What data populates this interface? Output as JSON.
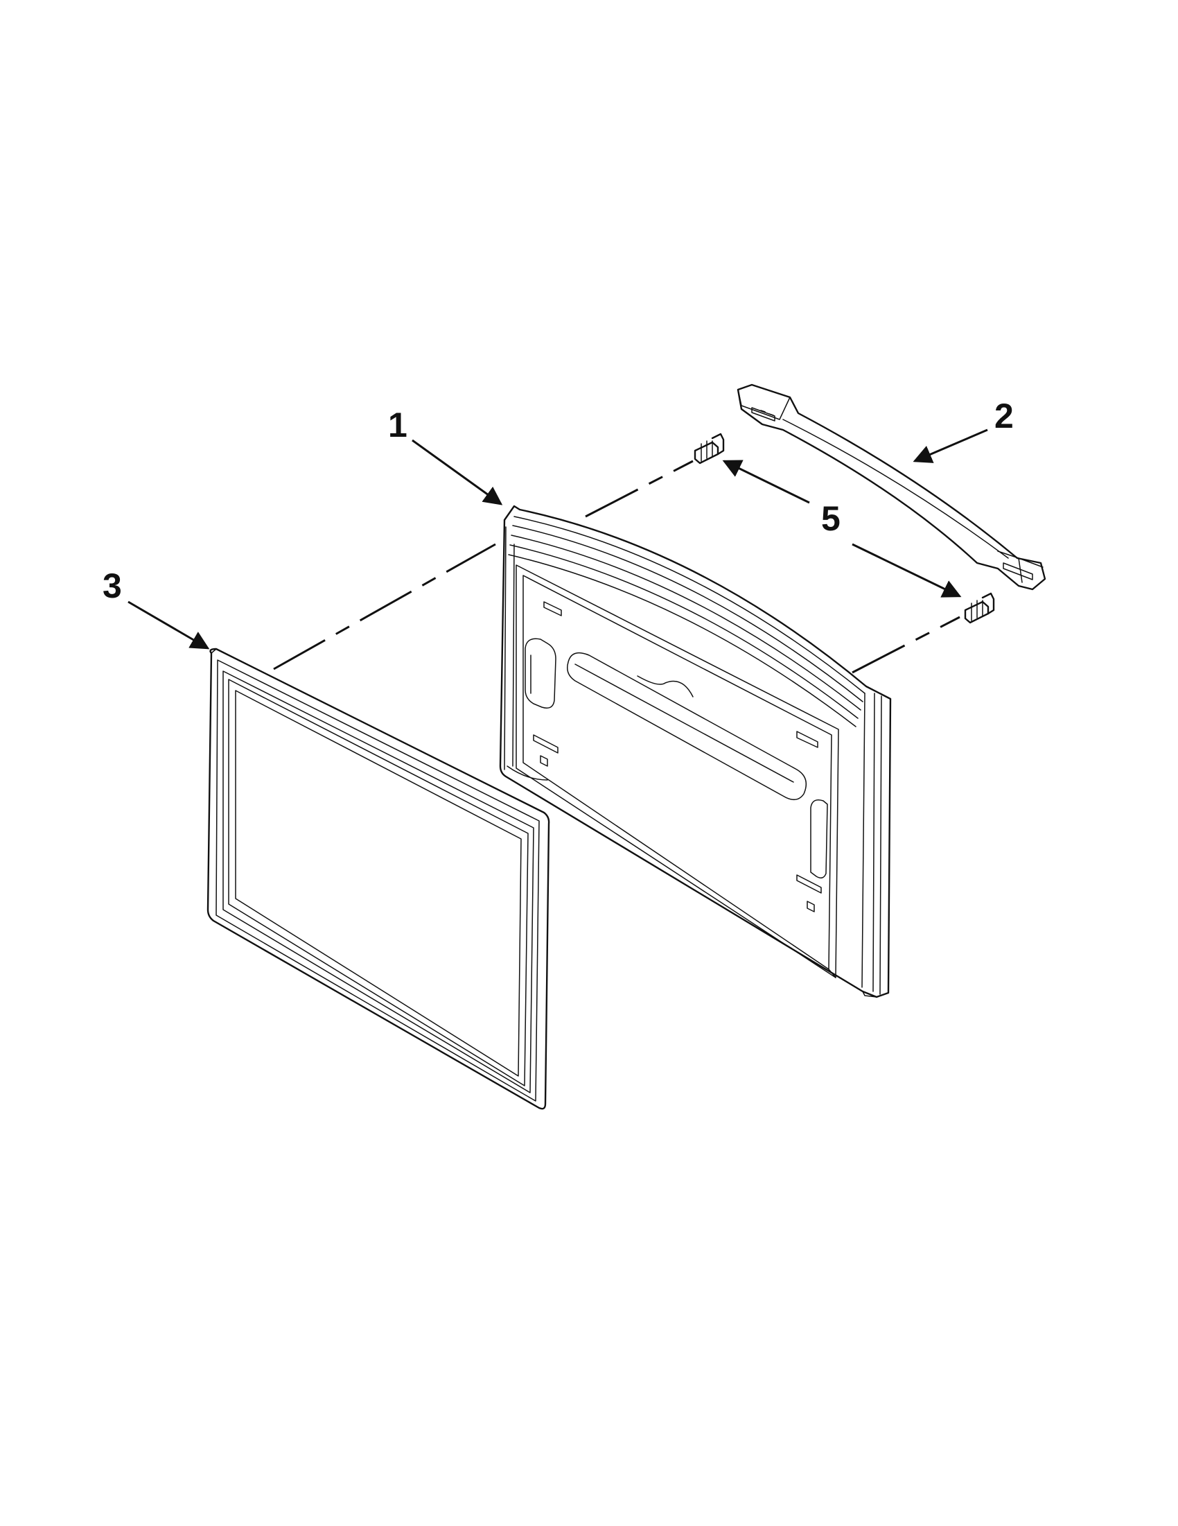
{
  "diagram": {
    "callouts": [
      {
        "id": "1",
        "label": "1"
      },
      {
        "id": "2",
        "label": "2"
      },
      {
        "id": "3",
        "label": "3"
      },
      {
        "id": "5",
        "label": "5"
      }
    ]
  },
  "colors": {
    "line": "#111111",
    "background": "#ffffff",
    "part_fill": "#f7f7f7"
  }
}
